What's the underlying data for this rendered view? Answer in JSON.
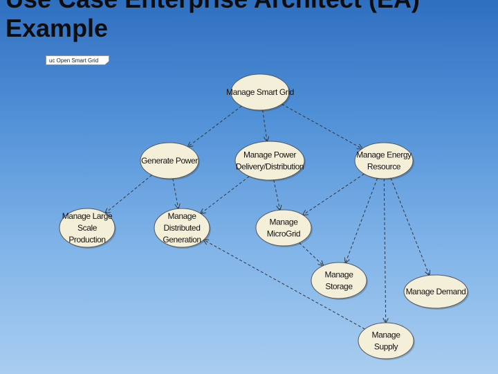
{
  "slide": {
    "title_line1": "Use Case Enterprise Architect (EA)",
    "title_line2": "Example",
    "frame_label": "uc Open Smart Grid"
  },
  "use_cases": [
    {
      "id": "manage-smart-grid",
      "lines": [
        "Manage Smart Grid"
      ]
    },
    {
      "id": "generate-power",
      "lines": [
        "Generate Power"
      ]
    },
    {
      "id": "manage-power-delivery",
      "lines": [
        "Manage Power",
        "Delivery/Distribution"
      ]
    },
    {
      "id": "manage-energy-resource",
      "lines": [
        "Manage Energy",
        "Resource"
      ]
    },
    {
      "id": "manage-large-scale-production",
      "lines": [
        "Manage Large",
        "Scale",
        "Production"
      ]
    },
    {
      "id": "manage-distributed-generation",
      "lines": [
        "Manage",
        "Distributed",
        "Generation"
      ]
    },
    {
      "id": "manage-microgrid",
      "lines": [
        "Manage",
        "MicroGrid"
      ]
    },
    {
      "id": "manage-storage",
      "lines": [
        "Manage",
        "Storage"
      ]
    },
    {
      "id": "manage-demand",
      "lines": [
        "Manage Demand"
      ]
    },
    {
      "id": "manage-supply",
      "lines": [
        "Manage",
        "Supply"
      ]
    }
  ],
  "relationships": [
    {
      "from": "manage-smart-grid",
      "to": "generate-power"
    },
    {
      "from": "manage-smart-grid",
      "to": "manage-power-delivery"
    },
    {
      "from": "manage-smart-grid",
      "to": "manage-energy-resource"
    },
    {
      "from": "generate-power",
      "to": "manage-large-scale-production"
    },
    {
      "from": "generate-power",
      "to": "manage-distributed-generation"
    },
    {
      "from": "manage-power-delivery",
      "to": "manage-distributed-generation"
    },
    {
      "from": "manage-power-delivery",
      "to": "manage-microgrid"
    },
    {
      "from": "manage-energy-resource",
      "to": "manage-microgrid"
    },
    {
      "from": "manage-energy-resource",
      "to": "manage-storage"
    },
    {
      "from": "manage-energy-resource",
      "to": "manage-demand"
    },
    {
      "from": "manage-energy-resource",
      "to": "manage-supply"
    },
    {
      "from": "manage-microgrid",
      "to": "manage-storage"
    },
    {
      "from": "manage-supply",
      "to": "manage-distributed-generation"
    }
  ],
  "colors": {
    "ellipse_fill": "#f4efd9",
    "ellipse_stroke": "#555555",
    "edge": "#333333"
  }
}
